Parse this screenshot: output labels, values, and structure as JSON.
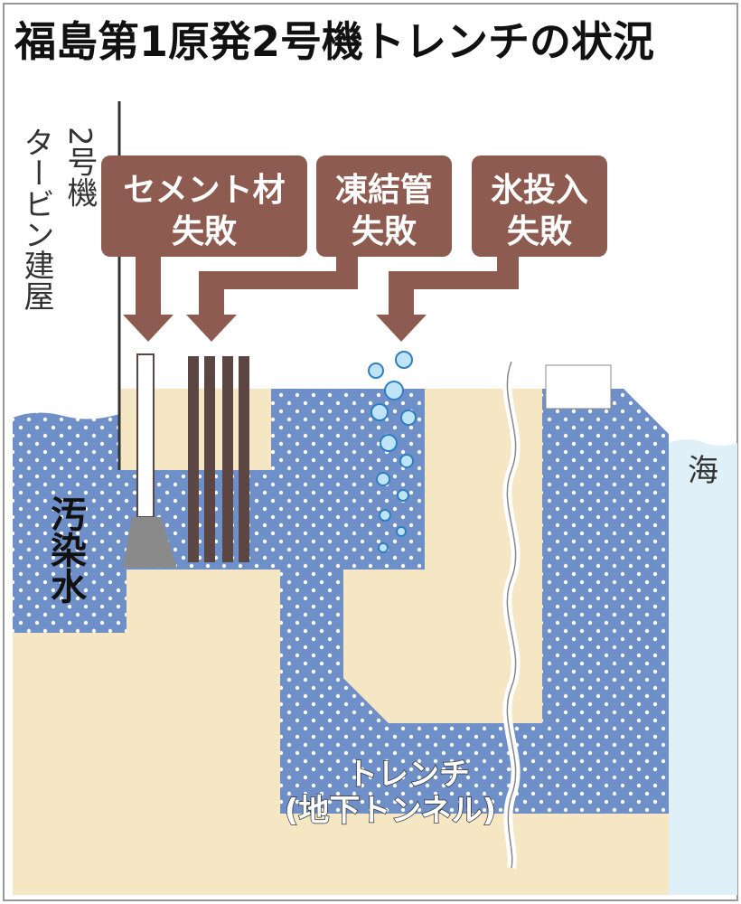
{
  "title": "福島第1原発2号機トレンチの状況",
  "building_label": [
    "2号機",
    "タービン建屋"
  ],
  "callouts": [
    {
      "line1": "セメント材",
      "line2": "失敗"
    },
    {
      "line1": "凍結管",
      "line2": "失敗"
    },
    {
      "line1": "氷投入",
      "line2": "失敗"
    }
  ],
  "water_label": "汚染水",
  "sea_label": "海",
  "trench_label": {
    "line1": "トレンチ",
    "line2": "(地下トンネル)"
  },
  "colors": {
    "callout_fill": "#8e5b50",
    "soil": "#f5e6c4",
    "water": "#6e8fc8",
    "water_dots": "#ffffff",
    "sea": "#dff0f8",
    "pipe": "#5b4643",
    "cement": "#8a8a8a",
    "ice": "#bfe4f7"
  }
}
